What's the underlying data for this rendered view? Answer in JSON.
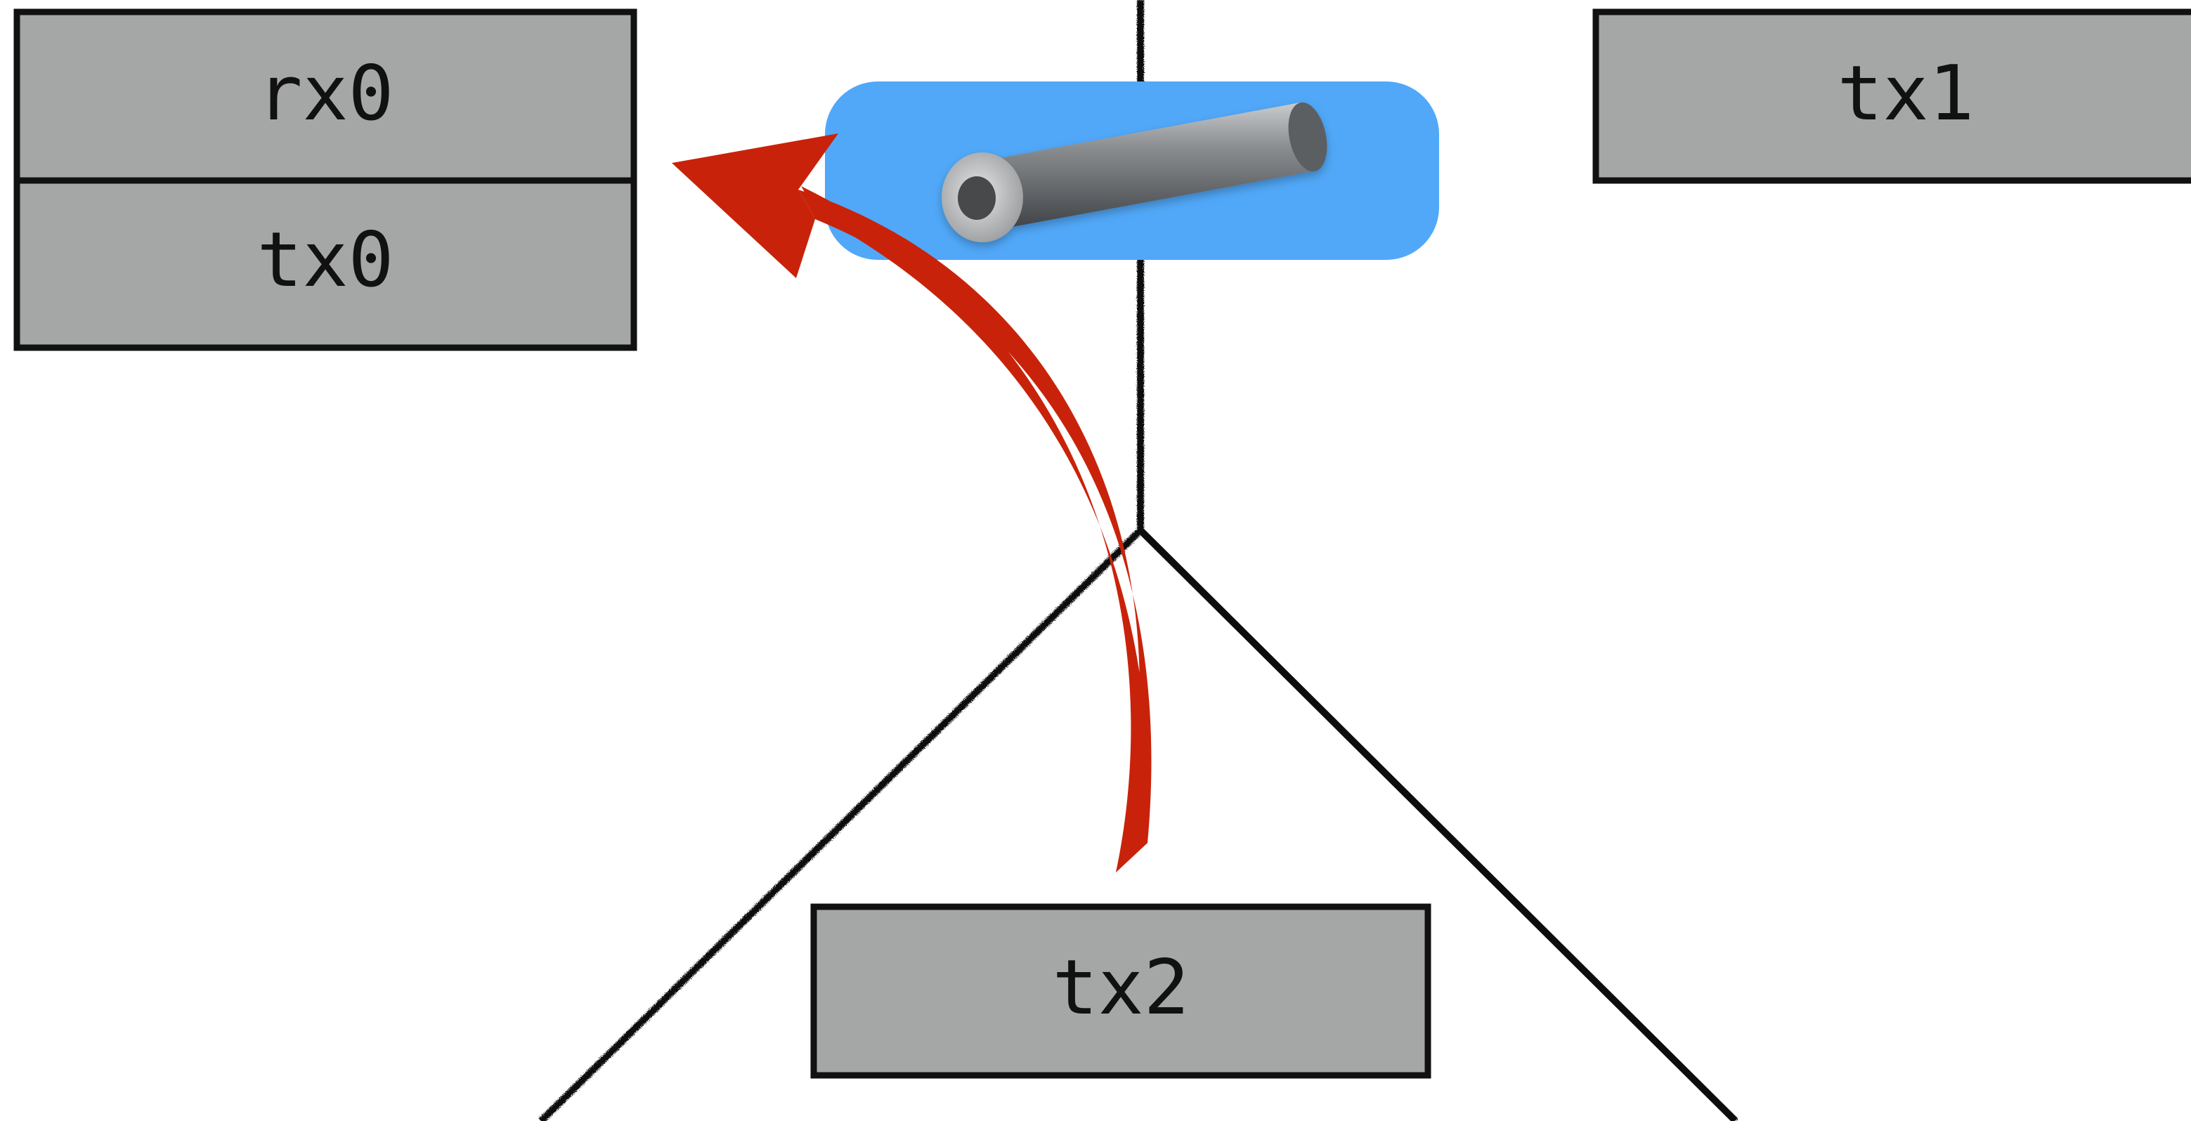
{
  "diagram": {
    "boxes": {
      "rx0": "rx0",
      "tx0": "tx0",
      "tx1": "tx1",
      "tx2": "tx2"
    },
    "colors": {
      "box_fill": "#a4a7a6",
      "box_border": "#111111",
      "pipe_background": "#51a8f8",
      "pipe_body": "#6f7275",
      "arrow": "#c8230a",
      "boundary_line": "#111111"
    },
    "icons": {
      "pipe": "pipe-icon"
    }
  }
}
